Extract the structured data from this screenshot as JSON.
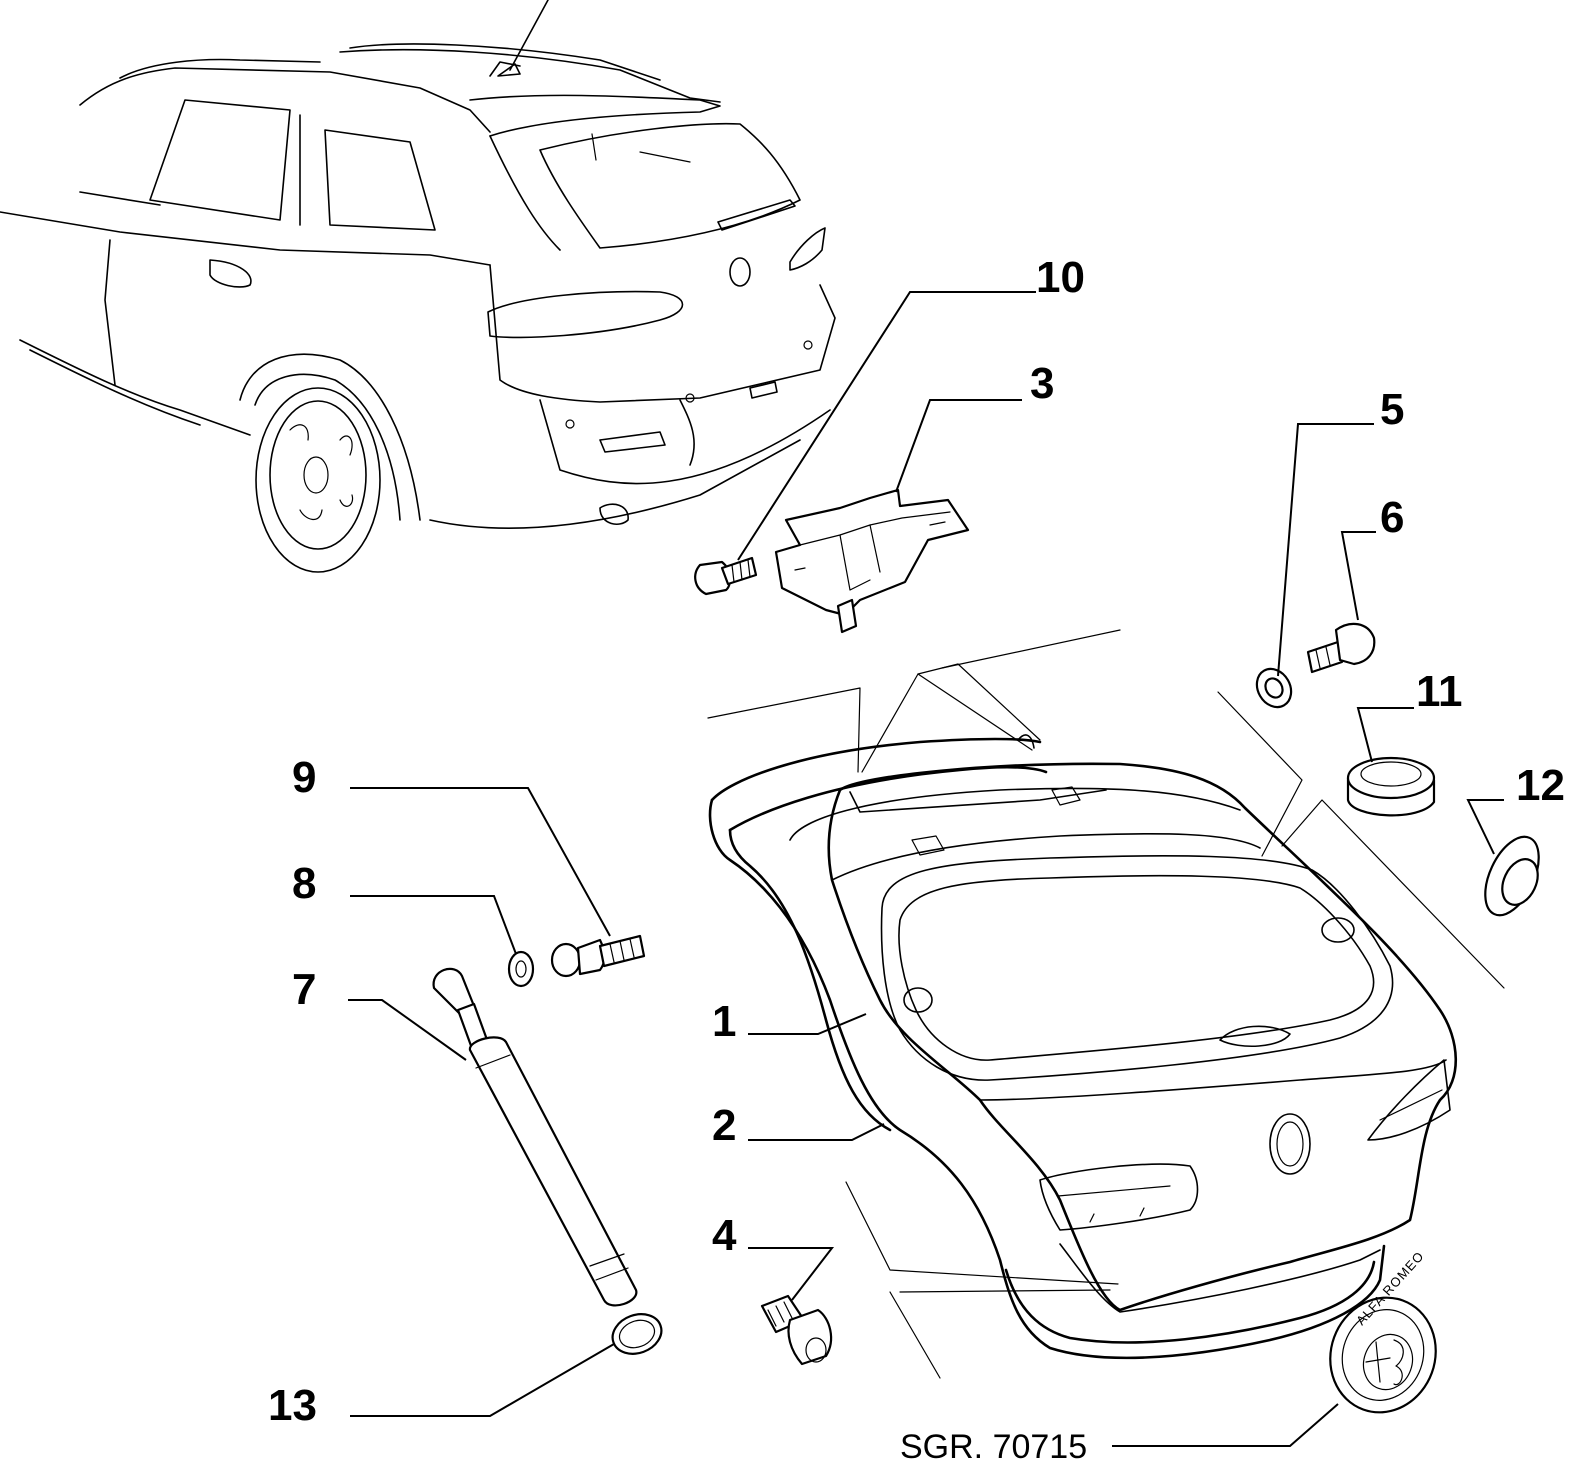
{
  "diagram": {
    "callouts": [
      "10",
      "3",
      "5",
      "6",
      "11",
      "12",
      "9",
      "8",
      "7",
      "1",
      "2",
      "4",
      "13"
    ],
    "reference": "SGR. 70715",
    "logo_text": "ALFA ROMEO"
  }
}
